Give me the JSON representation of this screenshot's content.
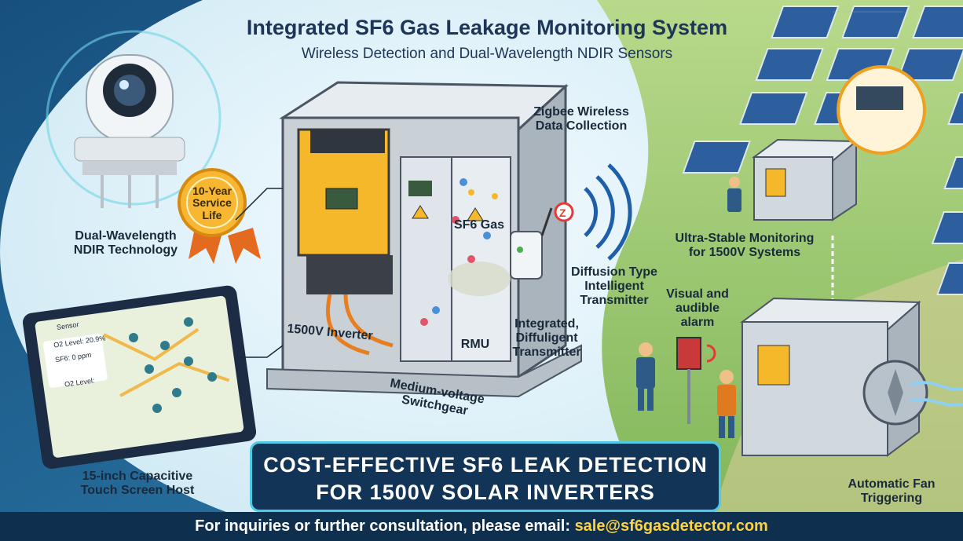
{
  "title": "Integrated SF6 Gas Leakage Monitoring System",
  "subtitle": "Wireless Detection and Dual-Wavelength NDIR Sensors",
  "labels": {
    "sensor_tech": [
      "Dual-Wavelength",
      "NDIR Technology"
    ],
    "service_life": [
      "10-Year",
      "Service",
      "Life"
    ],
    "screen_host": [
      "15-inch Capacitive",
      "Touch Screen Host"
    ],
    "zigbee": [
      "Zigbee Wireless",
      "Data Collection"
    ],
    "sf6_gas": "SF6 Gas",
    "diffusion": [
      "Diffusion Type",
      "Intelligent",
      "Transmitter"
    ],
    "integrated": [
      "Integrated,",
      "Diffuligent",
      "Transmitter"
    ],
    "rmu": "RMU",
    "inverter": "1500V Inverter",
    "switchgear": [
      "Medium-voltage",
      "Switchgear"
    ],
    "ultra_stable": [
      "Ultra-Stable Monitoring",
      "for 1500V Systems"
    ],
    "alarm": [
      "Visual and",
      "audible",
      "alarm"
    ],
    "fan": [
      "Automatic Fan",
      "Triggering"
    ]
  },
  "tablet": {
    "header": "Sensor",
    "o2_level": "O2 Level: 20.9%",
    "sf6": "SF6: 0 ppm",
    "o2_short": "O2 Level:"
  },
  "banner": [
    "COST-EFFECTIVE SF6 LEAK DETECTION",
    "FOR 1500V SOLAR INVERTERS"
  ],
  "footer": {
    "prefix": "For inquiries or further consultation, please email: ",
    "email": "sale@sf6gasdetector.com"
  },
  "colors": {
    "accent": "#4ec9e6",
    "banner_bg": "#123456",
    "cabinet_yellow": "#f4b82a",
    "grass": "#8cc063",
    "email": "#ffd23f"
  }
}
